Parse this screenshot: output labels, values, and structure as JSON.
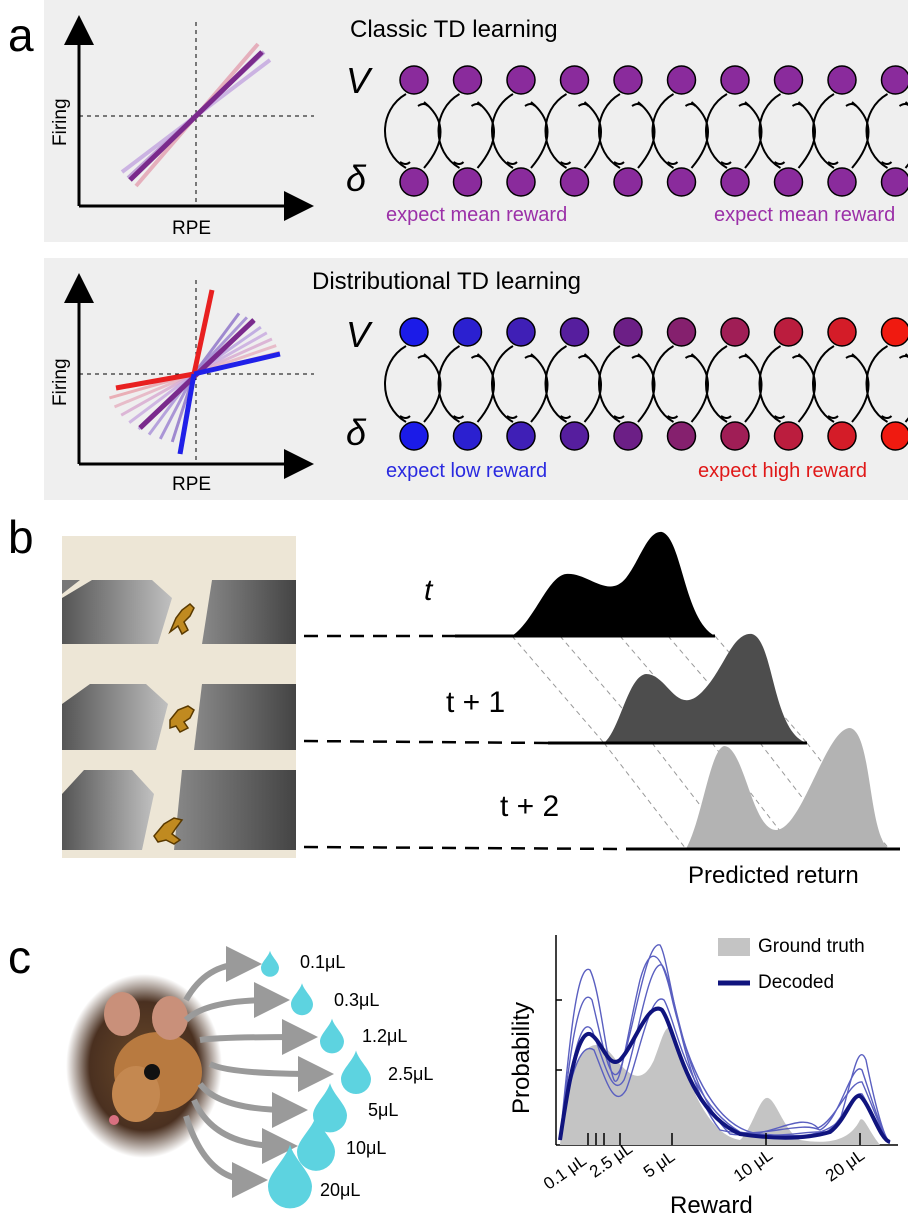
{
  "panel_labels": [
    "a",
    "b",
    "c"
  ],
  "panel_a": {
    "classic": {
      "title": "Classic TD learning",
      "v_label": "V",
      "delta_label": "δ",
      "caption_left": "expect mean reward",
      "caption_right": "expect mean reward",
      "caption_color": "#9b30a8",
      "neuron_color": "#8a2b9c"
    },
    "distributional": {
      "title": "Distributional TD learning",
      "v_label": "V",
      "delta_label": "δ",
      "caption_left": "expect low reward",
      "caption_right": "expect high reward",
      "caption_left_color": "#2a2ae0",
      "caption_right_color": "#e01818",
      "neuron_colors": [
        "#1b1be8",
        "#2b20d0",
        "#3f1fb6",
        "#561e9e",
        "#6c1f86",
        "#85206e",
        "#a01e56",
        "#bb1d3e",
        "#d41c28",
        "#f01a10"
      ]
    },
    "x_axis_label": "RPE",
    "y_axis_label": "Firing"
  },
  "panel_b": {
    "time_labels": [
      "t",
      "t + 1",
      "t + 2"
    ],
    "x_axis_label": "Predicted return",
    "fill_colors": [
      "#000000",
      "#4d4d4d",
      "#b3b3b3"
    ]
  },
  "panel_c": {
    "volumes": [
      "0.1μL",
      "0.3μL",
      "1.2μL",
      "2.5μL",
      "5μL",
      "10μL",
      "20μL"
    ],
    "legend": {
      "ground_truth": "Ground truth",
      "decoded": "Decoded"
    },
    "y_axis_label": "Probability",
    "x_axis_label": "Reward",
    "tick_labels": [
      "0.1 μL",
      "2.5 μL",
      "5 μL",
      "10 μL",
      "20 μL"
    ],
    "colors": {
      "ground_truth": "#c4c4c4",
      "decoded": "#10147e",
      "samples": "#5a5fc0",
      "drop": "#5dd3e0"
    }
  }
}
